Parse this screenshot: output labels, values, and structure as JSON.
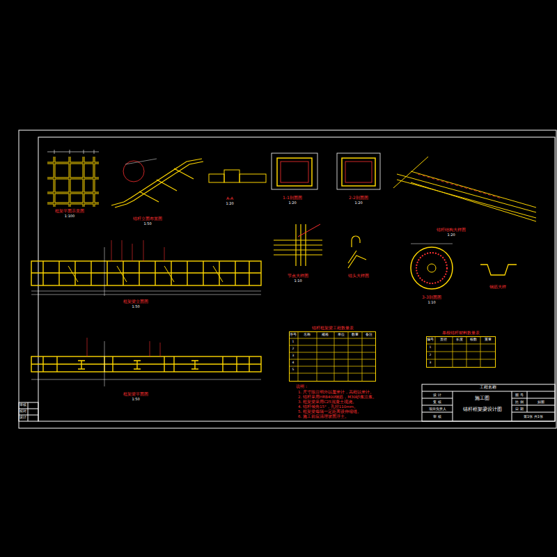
{
  "diagram": {
    "nodes": [
      {
        "text": [
          "锚杆框架梁工程数量表"
        ]
      },
      {
        "text": [
          "单根锚杆材料数量表"
        ]
      },
      {
        "text": [
          "施工图",
          "锚杆框架梁设计图"
        ]
      }
    ],
    "labels": [
      "框架平面示意图",
      "1:100",
      "锚杆立面布置图",
      "1:50",
      "A-A",
      "1:20",
      "1-1剖面图",
      "1:20",
      "2-2剖面图",
      "1:20",
      "锚杆结构大样图",
      "1:20",
      "框架梁立面图",
      "1:50",
      "框架梁平面图",
      "1:50",
      "节点大样图",
      "1:10",
      "锚头大样图",
      "3-3剖面图",
      "1:10",
      "钢筋大样",
      "说明：",
      "1. 尺寸除注明外以厘米计，高程以米计。",
      "2. 锚杆采用HRB400钢筋，M30砂浆注浆。",
      "3. 框架梁采用C25混凝土现浇。",
      "4. 锚杆倾角15°，孔径110mm。",
      "5. 框架梁每隔一定距离设伸缩缝。",
      "6. 施工前应清理坡面浮土。",
      "工程名称",
      "设 计",
      "复 核",
      "项目负责人",
      "审 核",
      "图 号",
      "比 例",
      "如图",
      "日 期",
      "第1张 共1张",
      "审核",
      "校对",
      "设计",
      "序号",
      "名称",
      "规格",
      "单位",
      "数量",
      "备注",
      "1",
      "2",
      "3",
      "4",
      "5",
      "编号",
      "直径",
      "长度",
      "根数",
      "重量",
      "1",
      "2",
      "3"
    ]
  }
}
